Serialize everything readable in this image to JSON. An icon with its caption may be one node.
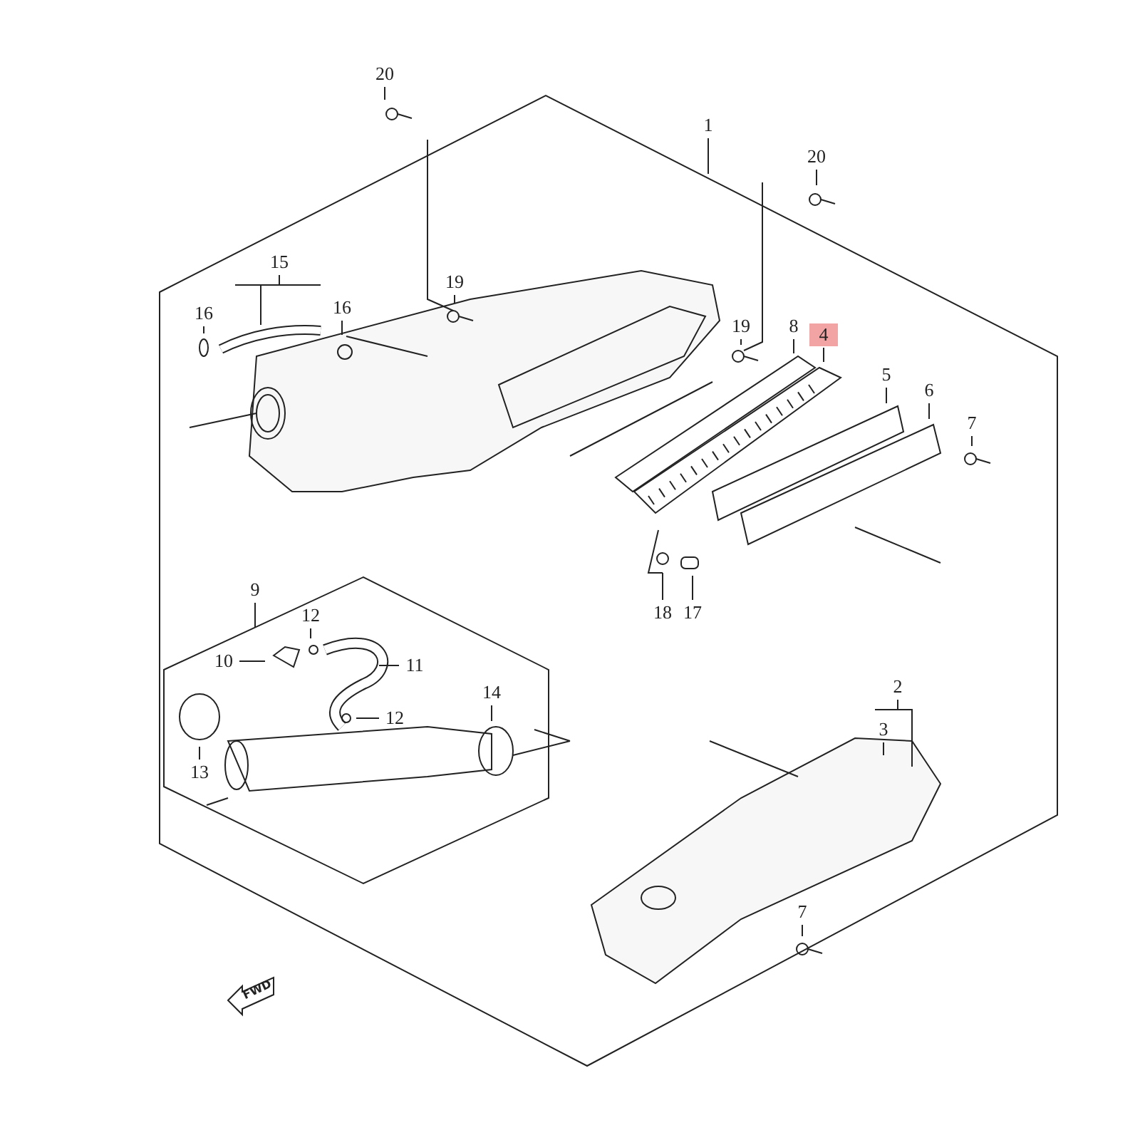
{
  "diagram": {
    "nodes": [
      {
        "text": [
          "20"
        ]
      },
      {
        "text": [
          "1"
        ]
      },
      {
        "text": [
          "20"
        ]
      },
      {
        "text": [
          "15"
        ]
      },
      {
        "text": [
          "16"
        ]
      },
      {
        "text": [
          "16"
        ]
      },
      {
        "text": [
          "19"
        ]
      },
      {
        "text": [
          "19"
        ]
      },
      {
        "text": [
          "8"
        ]
      },
      {
        "text": [
          "4"
        ]
      },
      {
        "text": [
          "5"
        ]
      },
      {
        "text": [
          "6"
        ]
      },
      {
        "text": [
          "7"
        ]
      },
      {
        "text": [
          "18"
        ]
      },
      {
        "text": [
          "17"
        ]
      },
      {
        "text": [
          "9"
        ]
      },
      {
        "text": [
          "12"
        ]
      },
      {
        "text": [
          "10"
        ]
      },
      {
        "text": [
          "11"
        ]
      },
      {
        "text": [
          "12"
        ]
      },
      {
        "text": [
          "14"
        ]
      },
      {
        "text": [
          "13"
        ]
      },
      {
        "text": [
          "2"
        ]
      },
      {
        "text": [
          "3"
        ]
      },
      {
        "text": [
          "7"
        ]
      }
    ],
    "edges": [
      {
        "from": 0,
        "to": null,
        "arrow": "none"
      },
      {
        "from": 1,
        "to": null,
        "arrow": "none"
      },
      {
        "from": 2,
        "to": null,
        "arrow": "none"
      },
      {
        "from": 3,
        "to": null,
        "arrow": "none"
      },
      {
        "from": 4,
        "to": null,
        "arrow": "none"
      },
      {
        "from": 5,
        "to": null,
        "arrow": "none"
      },
      {
        "from": 6,
        "to": null,
        "arrow": "none"
      },
      {
        "from": 7,
        "to": null,
        "arrow": "none"
      },
      {
        "from": 8,
        "to": null,
        "arrow": "none"
      },
      {
        "from": 9,
        "to": null,
        "arrow": "none"
      },
      {
        "from": 10,
        "to": null,
        "arrow": "none"
      },
      {
        "from": 11,
        "to": null,
        "arrow": "none"
      },
      {
        "from": 12,
        "to": null,
        "arrow": "none"
      },
      {
        "from": 13,
        "to": null,
        "arrow": "none"
      },
      {
        "from": 14,
        "to": null,
        "arrow": "none"
      },
      {
        "from": 15,
        "to": null,
        "arrow": "none"
      },
      {
        "from": 16,
        "to": null,
        "arrow": "none"
      },
      {
        "from": 17,
        "to": null,
        "arrow": "none"
      },
      {
        "from": 18,
        "to": null,
        "arrow": "none"
      },
      {
        "from": 19,
        "to": null,
        "arrow": "none"
      },
      {
        "from": 20,
        "to": null,
        "arrow": "none"
      },
      {
        "from": 21,
        "to": null,
        "arrow": "none"
      },
      {
        "from": 22,
        "to": null,
        "arrow": "none"
      },
      {
        "from": 23,
        "to": null,
        "arrow": "none"
      },
      {
        "from": 24,
        "to": null,
        "arrow": "none"
      }
    ],
    "labels": [
      "FWD"
    ]
  }
}
